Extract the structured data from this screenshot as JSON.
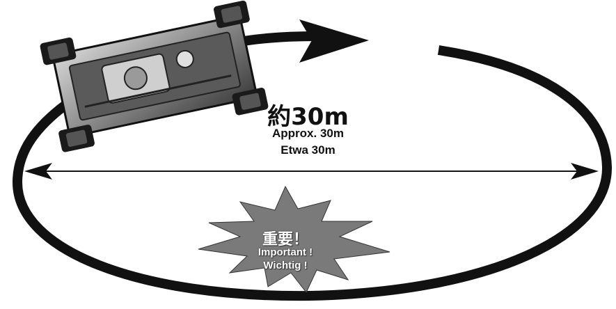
{
  "distance": {
    "main": "約30m",
    "en": "Approx. 30m",
    "de": "Etwa 30m"
  },
  "notice": {
    "ja": "重要！",
    "en": "Important !",
    "de": "Wichtig !"
  },
  "colors": {
    "line": "#111111",
    "burst": "#7a7a7a",
    "burst_text": "#ffffff",
    "background": "#ffffff"
  }
}
